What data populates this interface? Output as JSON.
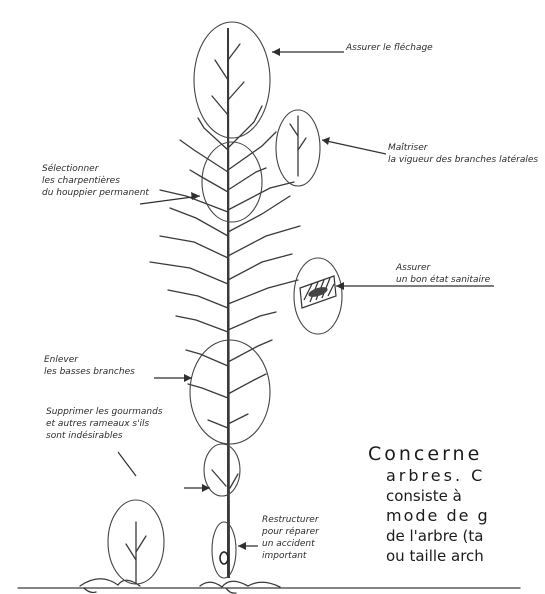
{
  "annotations": {
    "flechage": "Assurer le fléchage",
    "vigueur_1": "Maîtriser",
    "vigueur_2": "la vigueur des branches latérales",
    "charpentieres_1": "Sélectionner",
    "charpentieres_2": "les charpentières",
    "charpentieres_3": "du houppier permanent",
    "sanitaire_1": "Assurer",
    "sanitaire_2": "un bon état sanitaire",
    "basses_1": "Enlever",
    "basses_2": "les basses branches",
    "gourmands_1": "Supprimer les gourmands",
    "gourmands_2": "et autres rameaux s'ils",
    "gourmands_3": "sont indésirables",
    "restructurer_1": "Restructurer",
    "restructurer_2": "pour réparer",
    "restructurer_3": "un accident",
    "restructurer_4": "important"
  },
  "description": {
    "line1": "Concerne",
    "line2": "arbres.    C",
    "line3": "consiste  à",
    "line4": "mode de g",
    "line5": "de l'arbre (ta",
    "line6": "ou taille arch"
  }
}
